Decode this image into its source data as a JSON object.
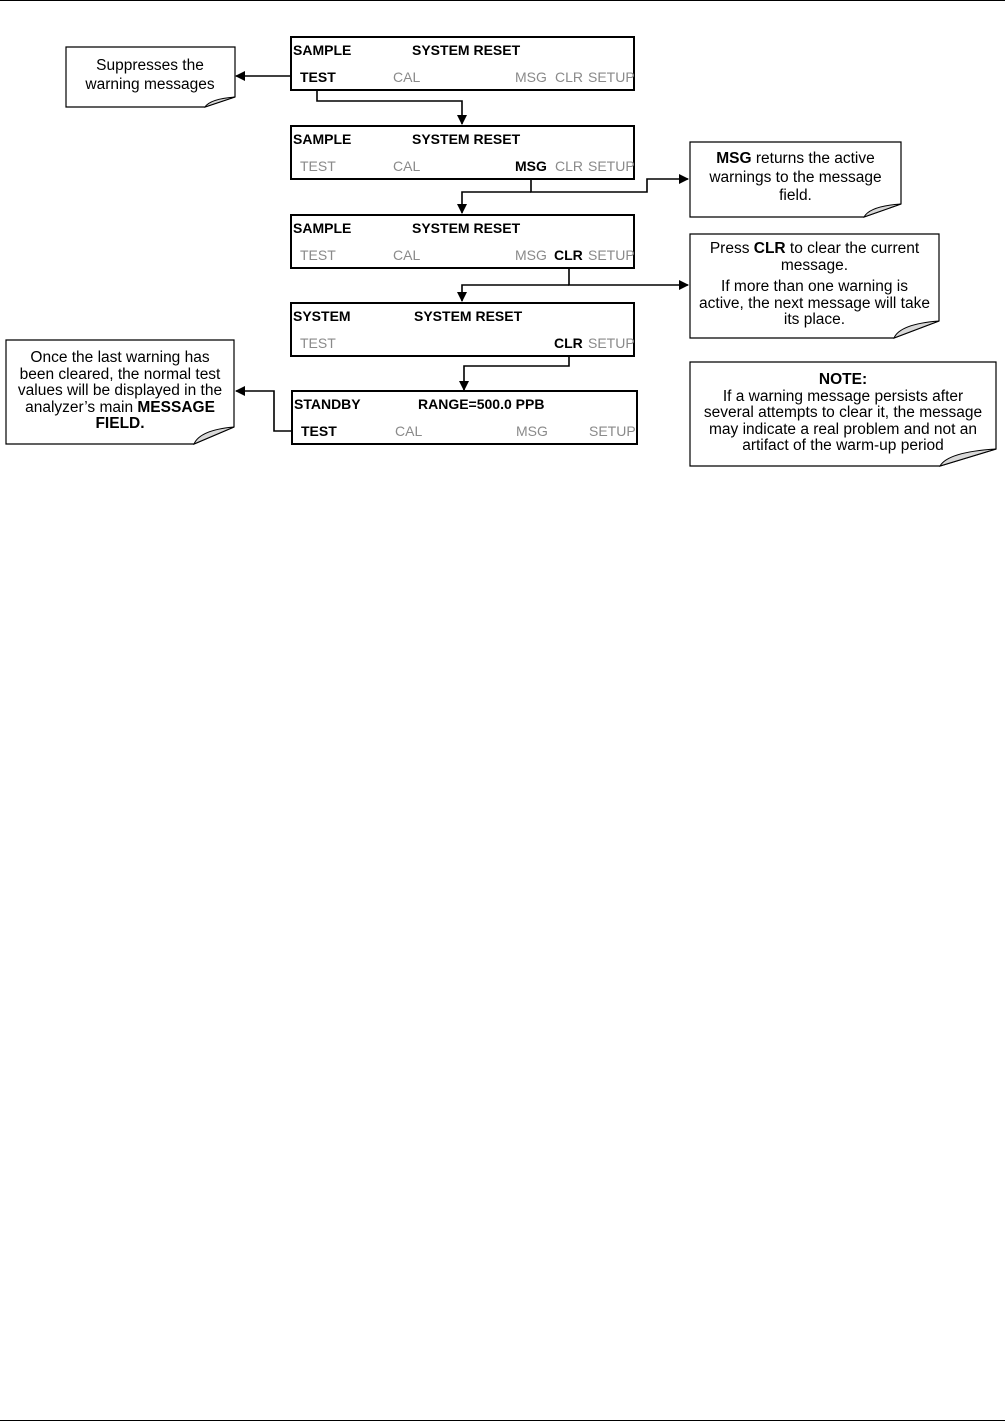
{
  "panels": [
    {
      "top_left": "SAMPLE",
      "top_center": "SYSTEM RESET",
      "keys": [
        "TEST",
        "CAL",
        "MSG",
        "CLR",
        "SETUP"
      ],
      "active_key": "TEST"
    },
    {
      "top_left": "SAMPLE",
      "top_center": "SYSTEM RESET",
      "keys": [
        "TEST",
        "CAL",
        "MSG",
        "CLR",
        "SETUP"
      ],
      "active_key": "MSG"
    },
    {
      "top_left": "SAMPLE",
      "top_center": "SYSTEM RESET",
      "keys": [
        "TEST",
        "CAL",
        "MSG",
        "CLR",
        "SETUP"
      ],
      "active_key": "CLR"
    },
    {
      "top_left": "SYSTEM",
      "top_center": "SYSTEM RESET",
      "keys": [
        "TEST",
        "",
        "",
        "CLR",
        "SETUP"
      ],
      "active_key": "CLR"
    },
    {
      "top_left": "STANDBY",
      "top_center": "RANGE=500.0 PPB",
      "keys": [
        "TEST",
        "CAL",
        "MSG",
        "",
        "SETUP"
      ],
      "active_key": "TEST"
    }
  ],
  "notes": {
    "suppress": {
      "line1": "Suppresses the",
      "line2": "warning messages"
    },
    "msg": {
      "bold": "MSG",
      "line1_rest": " returns the active",
      "line2": "warnings to the message",
      "line3": "field."
    },
    "clr": {
      "pre": "Press ",
      "bold": "CLR",
      "line1_rest": " to clear the current",
      "line2": "message.",
      "line3": "If more than one warning is",
      "line4": "active, the next message will take",
      "line5": "its place."
    },
    "last": {
      "line1": "Once the last warning has",
      "line2": "been cleared, the normal test",
      "line3": "values will be displayed in the",
      "line4_pre": "analyzer’s main ",
      "line4_bold": "MESSAGE",
      "line5_bold": "FIELD."
    },
    "note": {
      "heading": "NOTE:",
      "line1": "If a warning message persists after",
      "line2": "several attempts to clear it, the message",
      "line3": "may indicate a real problem and not an",
      "line4": "artifact of the warm-up period"
    }
  }
}
